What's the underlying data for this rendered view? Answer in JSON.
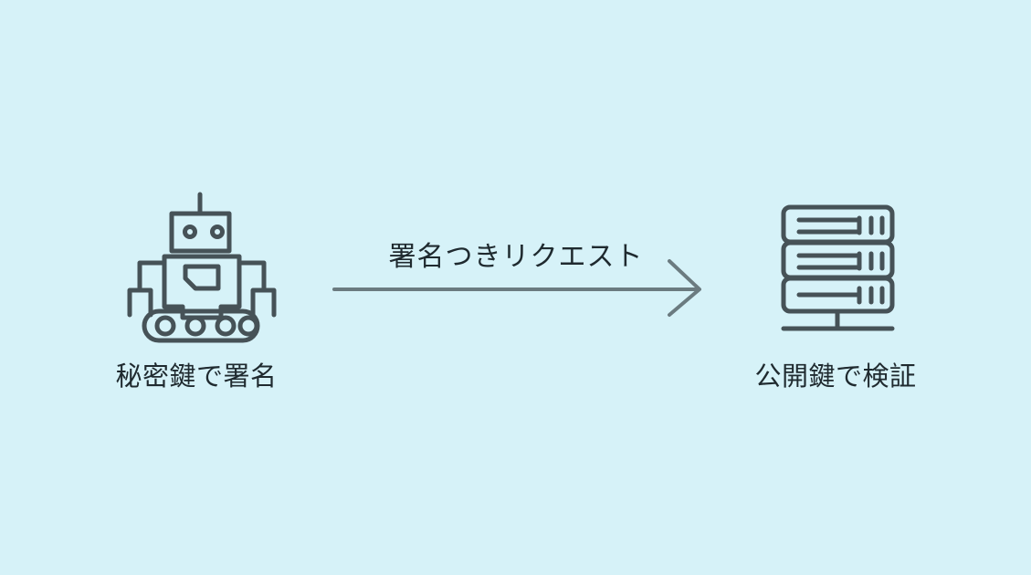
{
  "diagram": {
    "background_color": "#d6f2f8",
    "stroke_color": "#465257",
    "text_color": "#1f2a2f",
    "arrow_color": "#6b7b80",
    "nodes": [
      {
        "id": "client",
        "icon": "robot-icon",
        "label": "秘密鍵で署名"
      },
      {
        "id": "server",
        "icon": "server-rack-icon",
        "label": "公開鍵で検証"
      }
    ],
    "edge": {
      "id": "signed-request-edge",
      "label": "署名つきリクエスト",
      "direction": "client-to-server",
      "arrowhead": "open-chevron"
    }
  }
}
